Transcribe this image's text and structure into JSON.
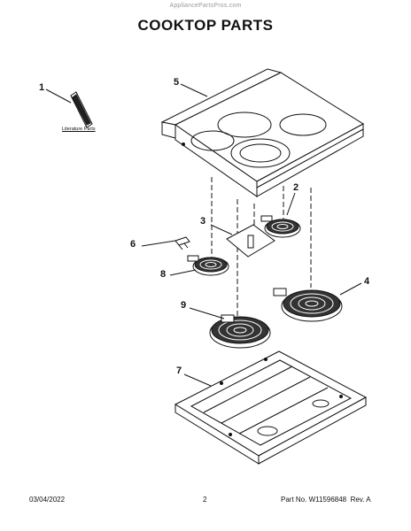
{
  "watermark": "AppliancePartsPros.com",
  "title": "COOKTOP PARTS",
  "callouts": {
    "c1": "1",
    "c2": "2",
    "c3": "3",
    "c4": "4",
    "c5": "5",
    "c6": "6",
    "c7": "7",
    "c8": "8",
    "c9": "9"
  },
  "literature_label": "Literature Parts",
  "footer": {
    "date": "03/04/2022",
    "page": "2",
    "part_number": "Part No. W11596848  Rev. A"
  }
}
